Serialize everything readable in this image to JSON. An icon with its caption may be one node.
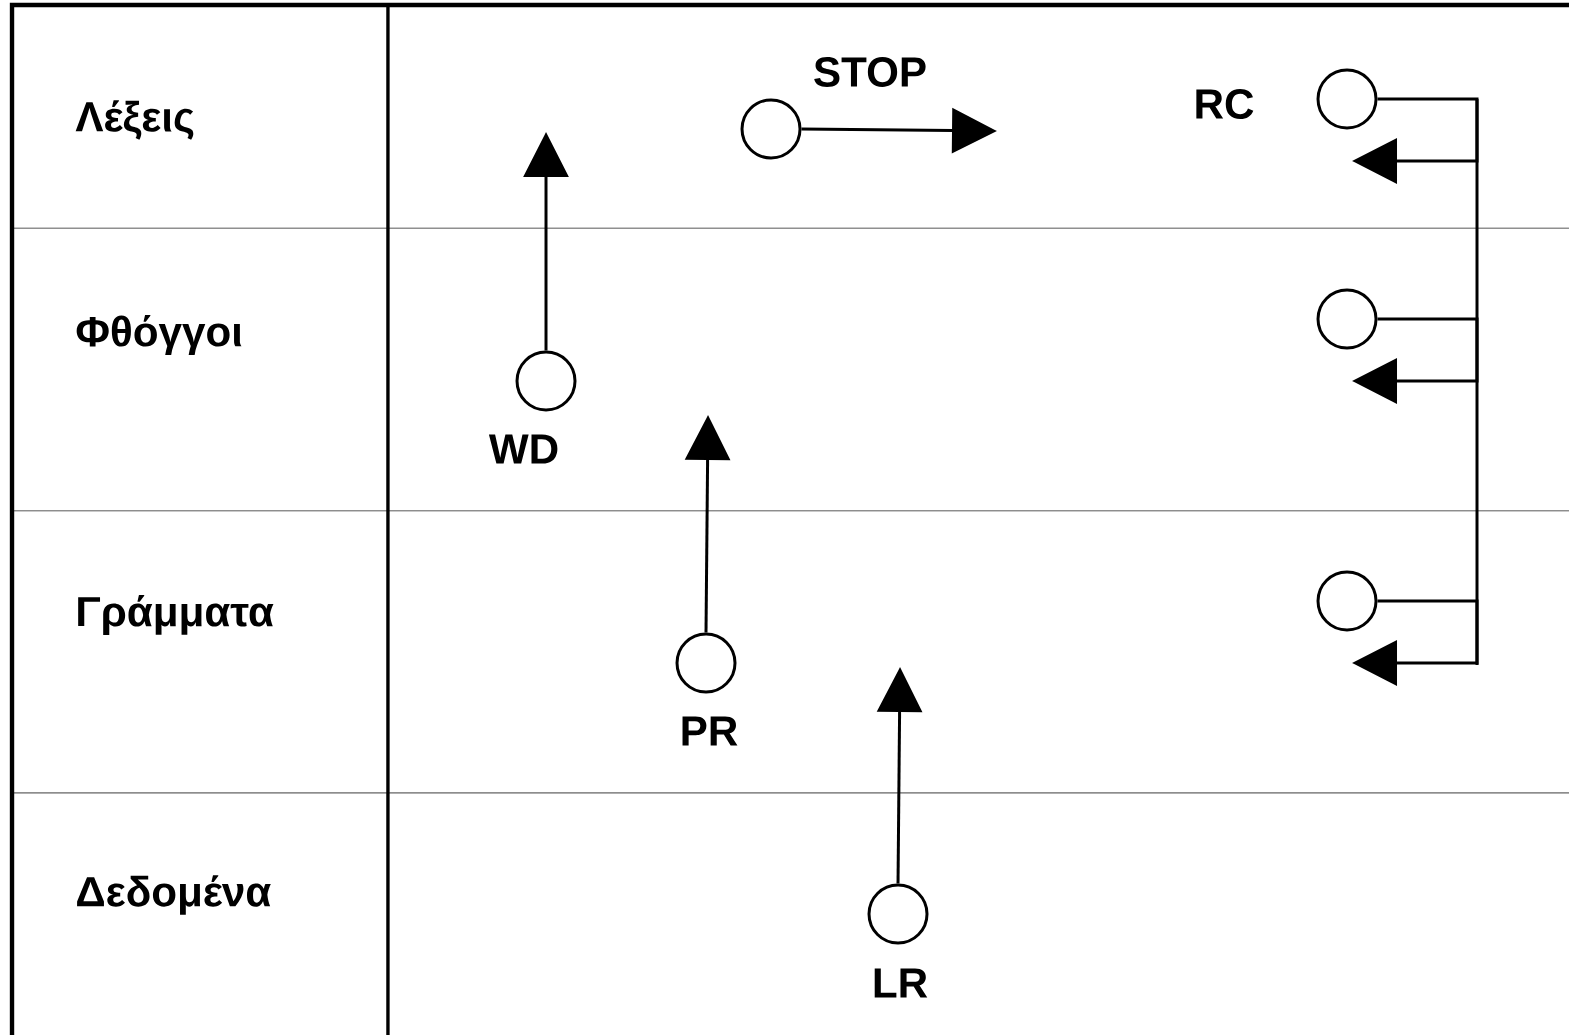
{
  "diagram": {
    "nodes": [
      {
        "text": [],
        "shape": "circle",
        "beside": [
          "STOP"
        ]
      },
      {
        "text": [],
        "shape": "circle",
        "beside": [
          "RC"
        ]
      },
      {
        "text": [],
        "shape": "circle",
        "beside": [
          "WD"
        ]
      },
      {
        "text": [],
        "shape": "circle"
      },
      {
        "text": [],
        "shape": "circle",
        "beside": [
          "PR"
        ]
      },
      {
        "text": [],
        "shape": "circle"
      },
      {
        "text": [],
        "shape": "circle",
        "beside": [
          "LR"
        ]
      }
    ],
    "edges": [
      {
        "from": 0,
        "to": null,
        "arrow": "to"
      },
      {
        "from": 1,
        "to": null,
        "arrow": "to"
      },
      {
        "from": 2,
        "to": null,
        "arrow": "to"
      },
      {
        "from": 3,
        "to": null,
        "arrow": "to"
      },
      {
        "from": 4,
        "to": null,
        "arrow": "to"
      },
      {
        "from": 5,
        "to": null,
        "arrow": "to"
      },
      {
        "from": 6,
        "to": null,
        "arrow": "to"
      }
    ],
    "labels": [
      "Λέξεις",
      "Φθόγγοι",
      "Γράμματα",
      "Δεδομένα"
    ]
  }
}
